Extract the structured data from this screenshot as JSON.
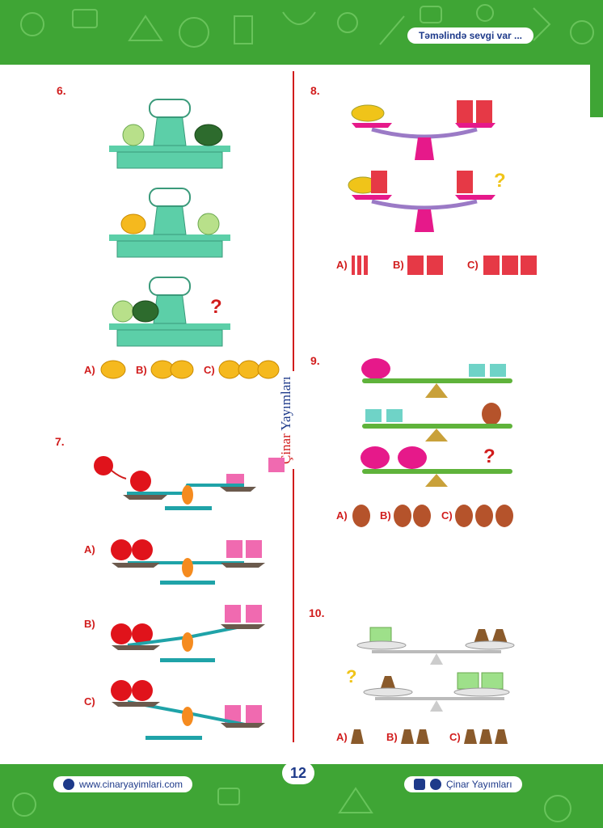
{
  "header": {
    "tagline": "Təməlində sevgi var ..."
  },
  "divider": {
    "brand_part1": "Çinar",
    "brand_part2": "Yayımları"
  },
  "questions": [
    {
      "number": "6.",
      "options": [
        "A)",
        "B)",
        "C)"
      ]
    },
    {
      "number": "7.",
      "options": [
        "A)",
        "B)",
        "C)"
      ]
    },
    {
      "number": "8.",
      "options": [
        "A)",
        "B)",
        "C)"
      ]
    },
    {
      "number": "9.",
      "options": [
        "A)",
        "B)",
        "C)"
      ]
    },
    {
      "number": "10.",
      "options": [
        "A)",
        "B)",
        "C)"
      ]
    }
  ],
  "footer": {
    "page_number": "12",
    "website": "www.cinaryayimlari.com",
    "brand": "Çinar Yayımları"
  },
  "colors": {
    "band": "#3fa535",
    "accent": "#d11c1c",
    "navy": "#1e3a8a",
    "scale": "#5ccfa8",
    "seesaw_plank": "#5fb33b",
    "seesaw_base": "#c9a13a"
  },
  "icons": {
    "website": "globe-icon",
    "social": [
      "instagram-icon",
      "facebook-icon"
    ]
  }
}
